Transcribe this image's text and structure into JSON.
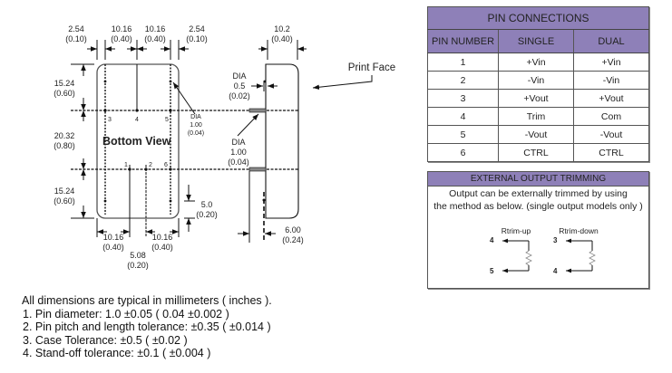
{
  "drawing": {
    "top_dims": [
      {
        "mm": "2.54",
        "in": "(0.10)"
      },
      {
        "mm": "10.16",
        "in": "(0.40)"
      },
      {
        "mm": "10.16",
        "in": "(0.40)"
      },
      {
        "mm": "2.54",
        "in": "(0.10)"
      }
    ],
    "side_width": {
      "mm": "10.2",
      "in": "(0.40)"
    },
    "left_dims": [
      {
        "mm": "15.24",
        "in": "(0.60)"
      },
      {
        "mm": "20.32",
        "in": "(0.80)"
      },
      {
        "mm": "15.24",
        "in": "(0.60)"
      }
    ],
    "bottom_dims": [
      {
        "mm": "10.16",
        "in": "(0.40)"
      },
      {
        "mm": "10.16",
        "in": "(0.40)"
      },
      {
        "mm": "5.08",
        "in": "(0.20)"
      }
    ],
    "standoff_dim": {
      "mm": "5.0",
      "in": "(0.20)"
    },
    "pin_length_dim": {
      "mm": "6.00",
      "in": "(0.24)"
    },
    "dia_small": {
      "label": "DIA",
      "mm": "0.5",
      "in": "(0.02)"
    },
    "dia_pin_inner": {
      "label": "DIA",
      "mm": "1.00",
      "in": "(0.04)"
    },
    "dia_pin_side": {
      "label": "DIA",
      "mm": "1.00",
      "in": "(0.04)"
    },
    "bottom_view_label": "Bottom View",
    "print_face_label": "Print Face",
    "pin_labels": [
      "1",
      "2",
      "3",
      "4",
      "5",
      "6"
    ]
  },
  "pin_table": {
    "title": "PIN CONNECTIONS",
    "headers": [
      "PIN NUMBER",
      "SINGLE",
      "DUAL"
    ],
    "rows": [
      [
        "1",
        "+Vin",
        "+Vin"
      ],
      [
        "2",
        "-Vin",
        "-Vin"
      ],
      [
        "3",
        "+Vout",
        "+Vout"
      ],
      [
        "4",
        "Trim",
        "Com"
      ],
      [
        "5",
        "-Vout",
        "-Vout"
      ],
      [
        "6",
        "CTRL",
        "CTRL"
      ]
    ]
  },
  "trimming": {
    "title": "EXTERNAL OUTPUT TRIMMING",
    "desc_line1": "Output can be externally trimmed by using",
    "desc_line2": "the method as below. (single output models only )",
    "up": {
      "label": "Rtrim-up",
      "top_pin": "4",
      "bottom_pin": "5"
    },
    "down": {
      "label": "Rtrim-down",
      "top_pin": "3",
      "bottom_pin": "4"
    }
  },
  "notes": {
    "header": "All dimensions are typical in millimeters ( inches ).",
    "items": [
      "1.  Pin diameter: 1.0 ±0.05 ( 0.04 ±0.002 )",
      "2.  Pin pitch and length tolerance:  ±0.35 ( ±0.014 )",
      "3.  Case Tolerance:  ±0.5 ( ±0.02 )",
      "4.  Stand-off tolerance:  ±0.1 ( ±0.004 )"
    ]
  }
}
